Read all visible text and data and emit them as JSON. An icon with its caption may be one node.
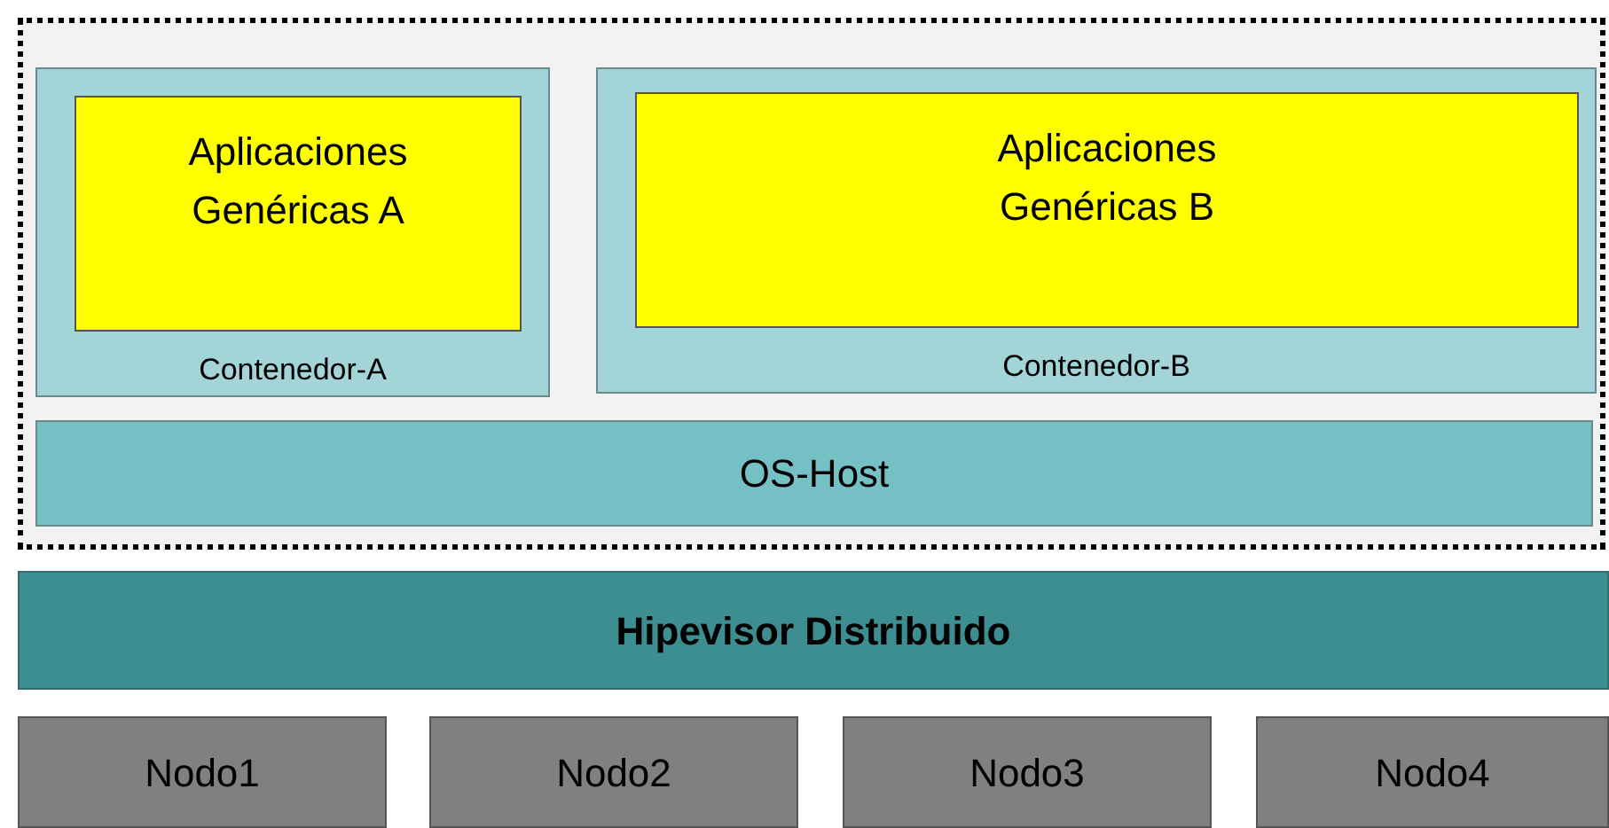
{
  "diagram": {
    "nodes": [
      {
        "text": [],
        "shape": "box"
      },
      {
        "text": [
          "Contenedor-A"
        ],
        "in": 0
      },
      {
        "text": [
          "Aplicaciones Genéricas A"
        ],
        "in": 1
      },
      {
        "text": [
          "Contenedor-B"
        ],
        "in": 0
      },
      {
        "text": [
          "Aplicaciones Genéricas B"
        ],
        "in": 3
      },
      {
        "text": [
          "OS-Host"
        ],
        "in": 0
      },
      {
        "text": [
          "Hipevisor Distribuido"
        ]
      },
      {
        "text": [
          "Nodo1"
        ]
      },
      {
        "text": [
          "Nodo2"
        ]
      },
      {
        "text": [
          "Nodo3"
        ]
      },
      {
        "text": [
          "Nodo4"
        ]
      }
    ],
    "edges": []
  }
}
